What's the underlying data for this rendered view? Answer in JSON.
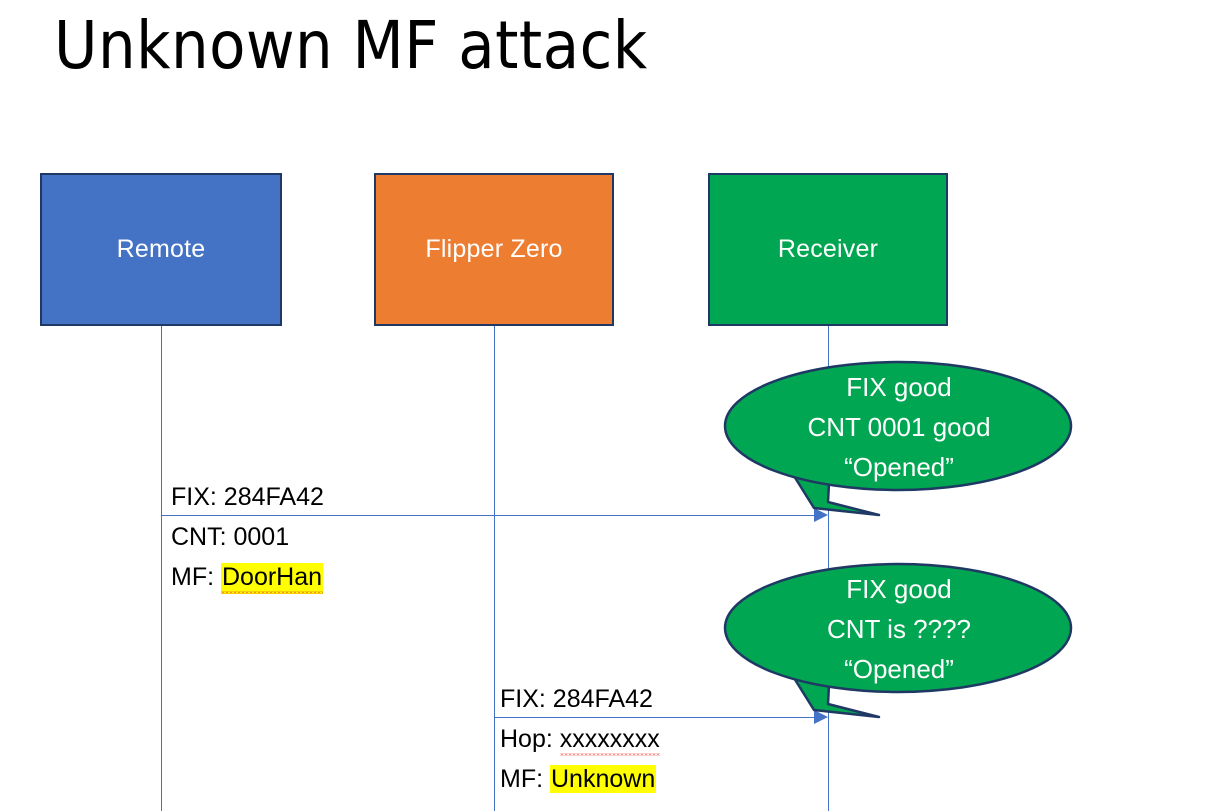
{
  "slide": {
    "title": "Unknown MF attack",
    "background_color": "#FFFFFF"
  },
  "colors": {
    "remote_fill": "#4472C4",
    "flipper_fill": "#ED7D31",
    "receiver_fill": "#00A651",
    "box_border": "#1F3864",
    "lifeline": "#4472C4",
    "arrow": "#4472C4",
    "highlight": "#FFFF00",
    "balloon_fill": "#00A651",
    "balloon_border": "#1F3864",
    "text_dark": "#000000",
    "text_light": "#FFFFFF",
    "spellcheck_underline": "#E03020"
  },
  "actors": [
    {
      "id": "remote",
      "label": "Remote",
      "fill": "#4472C4"
    },
    {
      "id": "flipper",
      "label": "Flipper Zero",
      "fill": "#ED7D31"
    },
    {
      "id": "receiver",
      "label": "Receiver",
      "fill": "#00A651"
    }
  ],
  "messages": [
    {
      "id": "msg-1",
      "from": "remote",
      "to": "receiver",
      "lines": [
        {
          "label": "FIX: ",
          "value": "284FA42",
          "highlight": false,
          "spellcheck_error": false
        },
        {
          "label": "CNT: ",
          "value": "0001",
          "highlight": false,
          "spellcheck_error": false
        },
        {
          "label": "MF: ",
          "value": "DoorHan",
          "highlight": true,
          "spellcheck_error": true
        }
      ]
    },
    {
      "id": "msg-2",
      "from": "flipper",
      "to": "receiver",
      "lines": [
        {
          "label": "FIX: ",
          "value": "284FA42",
          "highlight": false,
          "spellcheck_error": false
        },
        {
          "label": "Hop: ",
          "value": "xxxxxxxx",
          "highlight": false,
          "spellcheck_error": true
        },
        {
          "label": "MF: ",
          "value": "Unknown",
          "highlight": true,
          "spellcheck_error": false
        }
      ]
    }
  ],
  "balloons": [
    {
      "id": "balloon-1",
      "for_message": "msg-1",
      "lines": [
        "FIX good",
        "CNT 0001 good",
        "“Opened”"
      ]
    },
    {
      "id": "balloon-2",
      "for_message": "msg-2",
      "lines": [
        "FIX good",
        "CNT is ????",
        "“Opened”"
      ]
    }
  ]
}
